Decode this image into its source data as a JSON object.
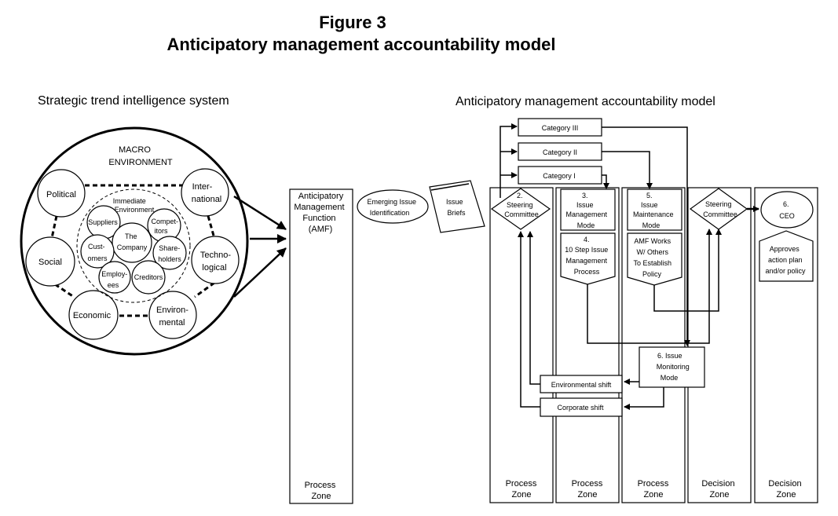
{
  "figure_title": "Figure 3",
  "figure_subtitle": "Anticipatory management accountability model",
  "left_heading": "Strategic trend intelligence system",
  "right_heading": "Anticipatory  management accountability model",
  "macro": {
    "line1": "MACRO",
    "line2": "ENVIRONMENT"
  },
  "outer_nodes": {
    "political": [
      "Political"
    ],
    "international": [
      "Inter-",
      "national"
    ],
    "social": [
      "Social"
    ],
    "technological": [
      "Techno-",
      "logical"
    ],
    "economic": [
      "Economic"
    ],
    "environmental": [
      "Environ-",
      "mental"
    ]
  },
  "immediate": {
    "line1": "Immediate",
    "line2": "Environment"
  },
  "inner_nodes": {
    "suppliers": [
      "Suppliers"
    ],
    "competitors": [
      "Compet-",
      "itors"
    ],
    "company": [
      "The",
      "Company"
    ],
    "customers": [
      "Cust-",
      "omers"
    ],
    "shareholders": [
      "Share-",
      "holders"
    ],
    "employees": [
      "Employ-",
      "ees"
    ],
    "creditors": [
      "Creditors"
    ]
  },
  "amf": [
    "Anticipatory",
    "Management",
    "Function",
    "(AMF)"
  ],
  "emerging": [
    "Emerging Issue",
    "Identification"
  ],
  "briefs": [
    "Issue",
    "Briefs"
  ],
  "categories": [
    "Category III",
    "Category II",
    "Category I"
  ],
  "steering1": [
    "2.",
    "Steering",
    "Committee"
  ],
  "steering2": [
    "Steering",
    "Committee"
  ],
  "issue_mgmt": [
    "3.",
    "Issue",
    "Management",
    "Mode"
  ],
  "ten_step": [
    "4.",
    "10 Step Issue",
    "Management",
    "Process"
  ],
  "issue_maint": [
    "5.",
    "Issue",
    "Maintenance",
    "Mode"
  ],
  "amf_works": [
    "AMF Works",
    "W/ Others",
    "To Establish",
    "Policy"
  ],
  "ceo": [
    "6.",
    "CEO"
  ],
  "approves": [
    "Approves",
    "action plan",
    "and/or policy"
  ],
  "monitoring": [
    "6. Issue",
    "Monitoring",
    "Mode"
  ],
  "env_shift": "Environmental shift",
  "corp_shift": "Corporate shift",
  "zones": [
    [
      "Process",
      "Zone"
    ],
    [
      "Process",
      "Zone"
    ],
    [
      "Process",
      "Zone"
    ],
    [
      "Process",
      "Zone"
    ],
    [
      "Decision",
      "Zone"
    ],
    [
      "Decision",
      "Zone"
    ]
  ]
}
